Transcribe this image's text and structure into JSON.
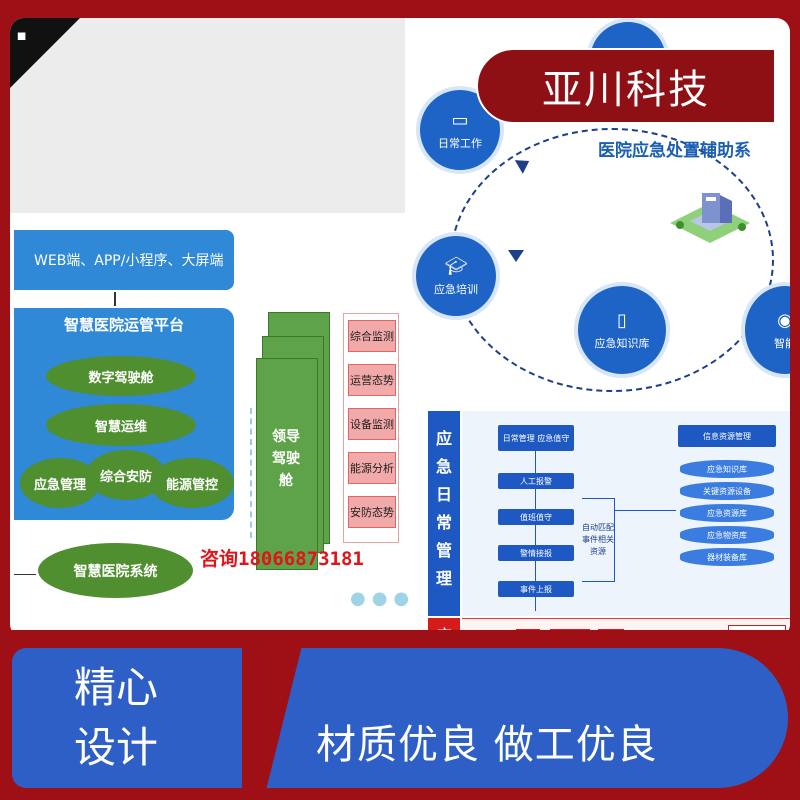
{
  "brand": {
    "name": "亚川科技"
  },
  "architecture": {
    "clients": "WEB端、APP/小程序、大屏端",
    "platform_title": "智慧医院运管平台",
    "modules": [
      "数字驾驶舱",
      "智慧运维",
      "应急管理",
      "综合安防",
      "能源管控"
    ],
    "system": "智慧医院系统",
    "cockpit_label": "领导驾驶舱",
    "menu": [
      "综合监测",
      "运营态势",
      "设备监测",
      "能源分析",
      "安防态势"
    ]
  },
  "contact": {
    "text": "咨询18066873181"
  },
  "emergency": {
    "title": "医院应急处置辅助系",
    "nodes": [
      "日常工作",
      "应急培训",
      "应急知识库",
      "智能"
    ],
    "daily_tab": "应急日常管理",
    "flow_header": "日常管理 应急值守",
    "flow_steps": [
      "人工报警",
      "值班值守",
      "警情接报",
      "事件上报"
    ],
    "auto_match": "自动匹配事件相关资源",
    "resource_header": "信息资源管理",
    "resources": [
      "应急知识库",
      "关键资源设备",
      "应急资源库",
      "应急物资库",
      "器材装备库"
    ],
    "red_tab": "应"
  },
  "bottom": {
    "badge": "精心设计",
    "badge_line1": "精心",
    "badge_line2": "设计",
    "tagline": "材质优良  做工优良"
  },
  "colors": {
    "brand_red": "#9e1015",
    "brand_blue": "#2e5fc7",
    "flow_blue": "#1e58c2",
    "module_green": "#4f8f2f"
  }
}
